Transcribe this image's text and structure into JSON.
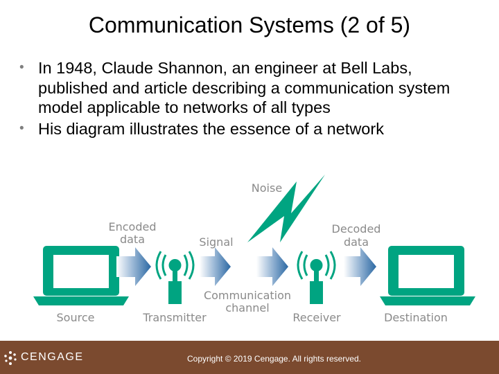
{
  "slide": {
    "title": "Communication Systems (2 of 5)",
    "bullets": [
      "In 1948, Claude Shannon, an engineer at Bell Labs, published and article describing a communication system model applicable to networks of all types",
      "His diagram illustrates the essence of a network"
    ]
  },
  "diagram": {
    "labels": {
      "noise": "Noise",
      "encoded_1": "Encoded",
      "encoded_2": "data",
      "signal": "Signal",
      "decoded_1": "Decoded",
      "decoded_2": "data",
      "channel_1": "Communication",
      "channel_2": "channel",
      "source": "Source",
      "transmitter": "Transmitter",
      "receiver": "Receiver",
      "destination": "Destination"
    },
    "colors": {
      "device": "#00a481",
      "arrow": "#2e6da4",
      "label": "#8a8a8a"
    }
  },
  "footer": {
    "brand": "CENGAGE",
    "copyright": "Copyright © 2019 Cengage. All rights reserved."
  }
}
